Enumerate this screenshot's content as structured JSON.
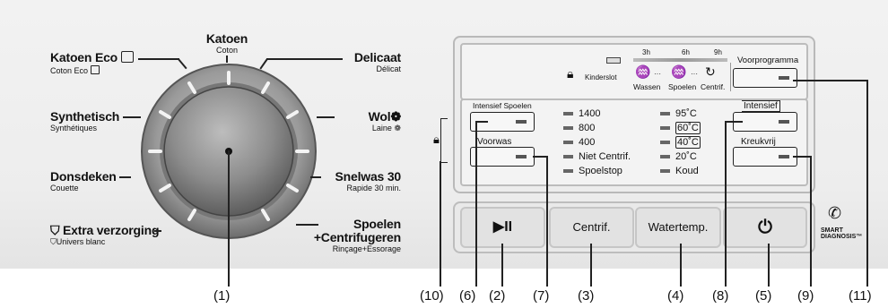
{
  "programs": {
    "katoen_eco": {
      "main": "Katoen Eco",
      "sub": "Coton Eco"
    },
    "katoen": {
      "main": "Katoen",
      "sub": "Coton"
    },
    "delicaat": {
      "main": "Delicaat",
      "sub": "Délicat"
    },
    "synthetisch": {
      "main": "Synthetisch",
      "sub": "Synthétiques"
    },
    "wol": {
      "main": "Wol",
      "sub": "Laine"
    },
    "donsdeken": {
      "main": "Donsdeken",
      "sub": "Couette"
    },
    "snelwas": {
      "main": "Snelwas 30",
      "sub": "Rapide 30 min."
    },
    "extra": {
      "main": "Extra verzorging",
      "sub": "Univers blanc"
    },
    "spoelen": {
      "main1": "Spoelen",
      "main2": "+Centrifugeren",
      "sub": "Rinçage+Essorage"
    }
  },
  "display": {
    "kinderslot": "Kinderslot",
    "time_3h": "3h",
    "time_6h": "6h",
    "time_9h": "9h",
    "wassen": "Wassen",
    "spoelen": "Spoelen",
    "centrif": "Centrif.",
    "voorprogramma": "Voorprogramma",
    "intensief_spoelen": "Intensief Spoelen",
    "voorwas": "Voorwas",
    "intensief": "Intensief",
    "kreukvrij": "Kreukvrij",
    "spin_options": [
      "1400",
      "800",
      "400",
      "Niet Centrif.",
      "Spoelstop"
    ],
    "temp_options": [
      "95˚C",
      "60˚C",
      "40˚C",
      "20˚C",
      "Koud"
    ]
  },
  "buttons": {
    "start_pause": "▶II",
    "centrif": "Centrif.",
    "watertemp": "Watertemp.",
    "power": "⏻"
  },
  "smart_diagnosis": {
    "line1": "SMART",
    "line2": "DIAGNOSIS™"
  },
  "callouts": [
    "(1)",
    "(2)",
    "(3)",
    "(4)",
    "(5)",
    "(6)",
    "(7)",
    "(8)",
    "(9)",
    "(10)",
    "(11)"
  ]
}
